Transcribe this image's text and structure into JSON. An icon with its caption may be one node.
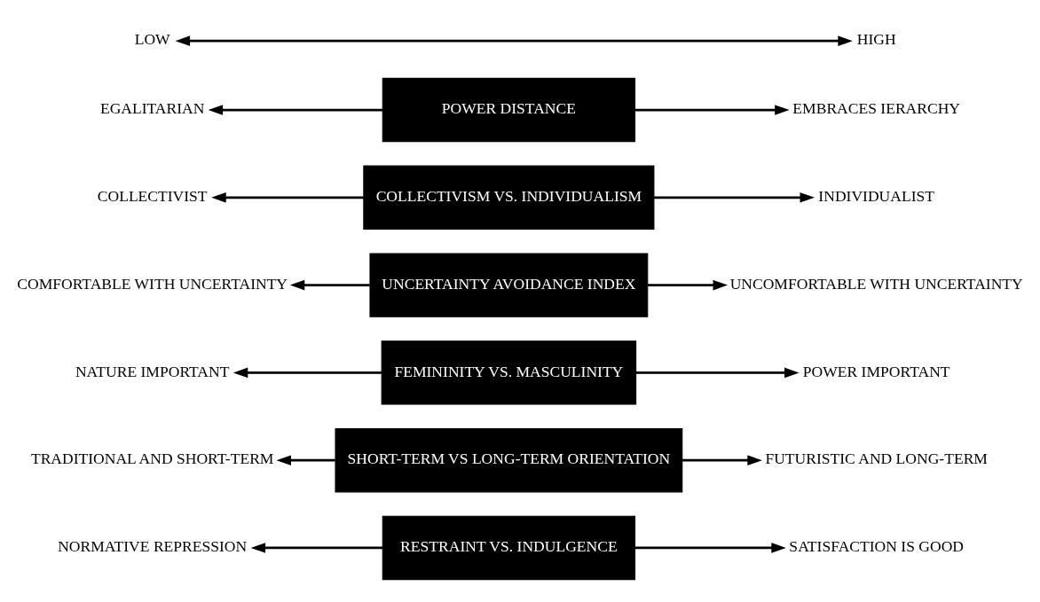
{
  "diagram": {
    "nodes": [
      {
        "text": [
          "LOW"
        ]
      },
      {
        "text": [
          "HIGH"
        ]
      },
      {
        "text": [
          "EGALITARIAN"
        ]
      },
      {
        "text": [
          "POWER DISTANCE"
        ]
      },
      {
        "text": [
          "EMBRACES IERARCHY"
        ]
      },
      {
        "text": [
          "COLLECTIVIST"
        ]
      },
      {
        "text": [
          "COLLECTIVISM VS. INDIVIDUALISM"
        ]
      },
      {
        "text": [
          "INDIVIDUALIST"
        ]
      },
      {
        "text": [
          "COMFORTABLE WITH UNCERTAINTY"
        ]
      },
      {
        "text": [
          "UNCERTAINTY AVOIDANCE INDEX"
        ]
      },
      {
        "text": [
          "UNCOMFORTABLE WITH UNCERTAINTY"
        ]
      },
      {
        "text": [
          "NATURE IMPORTANT"
        ]
      },
      {
        "text": [
          "FEMININITY VS. MASCULINITY"
        ]
      },
      {
        "text": [
          "POWER IMPORTANT"
        ]
      },
      {
        "text": [
          "TRADITIONAL AND SHORT-TERM"
        ]
      },
      {
        "text": [
          "SHORT-TERM VS LONG-TERM ORIENTATION"
        ]
      },
      {
        "text": [
          "FUTURISTIC AND LONG-TERM"
        ]
      },
      {
        "text": [
          "NORMATIVE REPRESSION"
        ]
      },
      {
        "text": [
          "RESTRAINT VS. INDULGENCE"
        ]
      },
      {
        "text": [
          "SATISFACTION IS GOOD"
        ]
      }
    ],
    "edges": [
      {
        "from": 0,
        "to": 1,
        "arrow": "both"
      },
      {
        "from": 3,
        "to": 2,
        "arrow": "to"
      },
      {
        "from": 3,
        "to": 4,
        "arrow": "to"
      },
      {
        "from": 6,
        "to": 5,
        "arrow": "to"
      },
      {
        "from": 6,
        "to": 7,
        "arrow": "to"
      },
      {
        "from": 9,
        "to": 8,
        "arrow": "to"
      },
      {
        "from": 9,
        "to": 10,
        "arrow": "to"
      },
      {
        "from": 12,
        "to": 11,
        "arrow": "to"
      },
      {
        "from": 12,
        "to": 13,
        "arrow": "to"
      },
      {
        "from": 15,
        "to": 14,
        "arrow": "to"
      },
      {
        "from": 15,
        "to": 16,
        "arrow": "to"
      },
      {
        "from": 18,
        "to": 17,
        "arrow": "to"
      },
      {
        "from": 18,
        "to": 19,
        "arrow": "to"
      }
    ]
  }
}
